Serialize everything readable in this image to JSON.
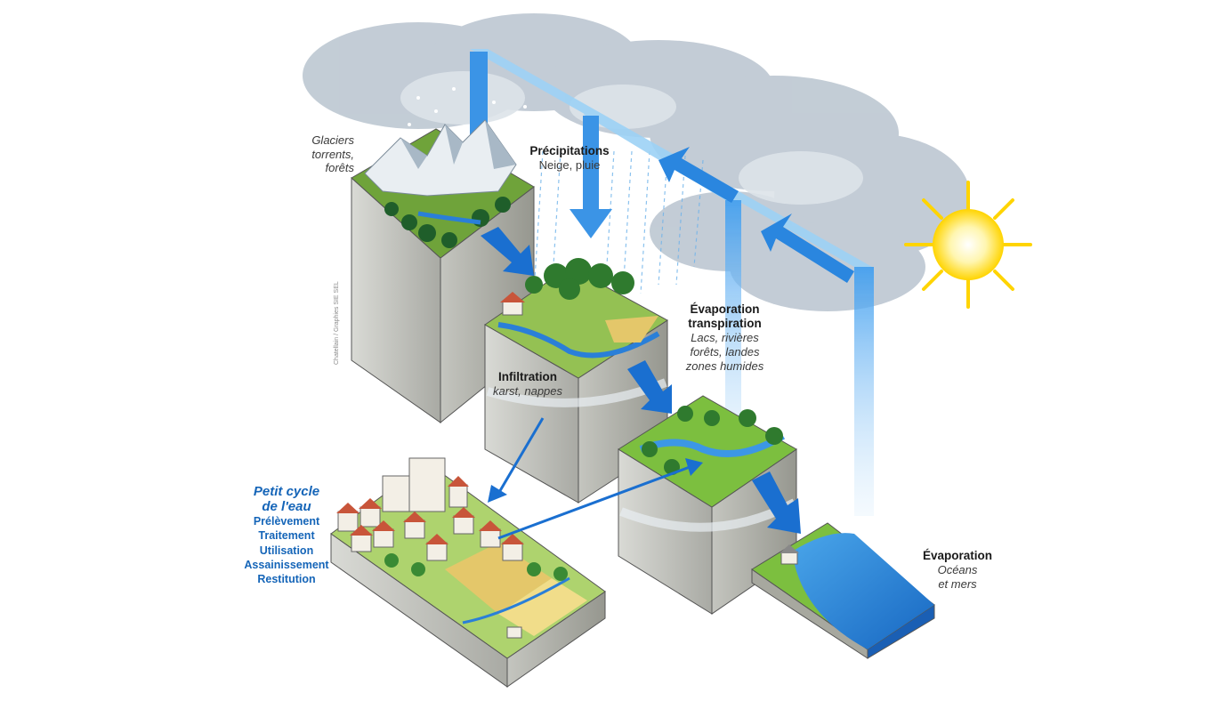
{
  "labels": {
    "glaciers": [
      "Glaciers",
      "torrents,",
      "forêts"
    ],
    "precipitations": {
      "title": "Précipitations",
      "sub": "Neige, pluie"
    },
    "evapotranspiration": {
      "title1": "Évaporation",
      "title2": "transpiration",
      "sub": [
        "Lacs, rivières",
        "forêts, landes",
        "zones humides"
      ]
    },
    "infiltration": {
      "title": "Infiltration",
      "sub": "karst, nappes"
    },
    "petit_cycle": {
      "title1": "Petit cycle",
      "title2": "de l'eau",
      "steps": [
        "Prélèvement",
        "Traitement",
        "Utilisation",
        "Assainissement",
        "Restitution"
      ]
    },
    "evaporation": {
      "title": "Évaporation",
      "sub": [
        "Océans",
        "et mers"
      ]
    }
  },
  "credit": "Chatellain / Graphies SIE SEL",
  "colors": {
    "water_blue": "#1a6fd0",
    "light_blue": "#8ec8f2",
    "cloud": "#b8c4cf",
    "sun": "#ffd400",
    "ground": "#c9cac4",
    "grass": "#7cbf3f"
  }
}
